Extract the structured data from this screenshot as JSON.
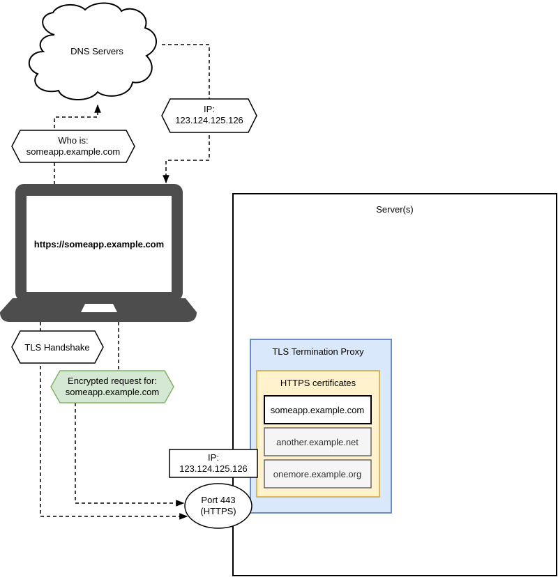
{
  "dns": {
    "label": "DNS Servers"
  },
  "query": {
    "line1": "Who is:",
    "line2": "someapp.example.com"
  },
  "response": {
    "line1": "IP:",
    "line2": "123.124.125.126"
  },
  "laptop": {
    "url": "https://someapp.example.com",
    "body_color": "#4d4d4d"
  },
  "handshake": {
    "label": "TLS Handshake"
  },
  "encrypted": {
    "line1": "Encrypted request for:",
    "line2": "someapp.example.com"
  },
  "server": {
    "label": "Server(s)"
  },
  "server_ip": {
    "line1": "IP:",
    "line2": "123.124.125.126"
  },
  "port": {
    "line1": "Port 443",
    "line2": "(HTTPS)"
  },
  "proxy": {
    "label": "TLS Termination Proxy"
  },
  "certs": {
    "label": "HTTPS certificates",
    "items": [
      {
        "domain": "someapp.example.com"
      },
      {
        "domain": "another.example.net"
      },
      {
        "domain": "onemore.example.org"
      }
    ]
  },
  "colors": {
    "proxy_fill": "#dae8fc",
    "proxy_stroke": "#6c8ebf",
    "certs_fill": "#fff2cc",
    "certs_stroke": "#d6b656",
    "encrypted_fill": "#d5e8d4",
    "encrypted_stroke": "#82b366",
    "cert_inactive_fill": "#f5f5f5",
    "cert_inactive_stroke": "#666666"
  }
}
